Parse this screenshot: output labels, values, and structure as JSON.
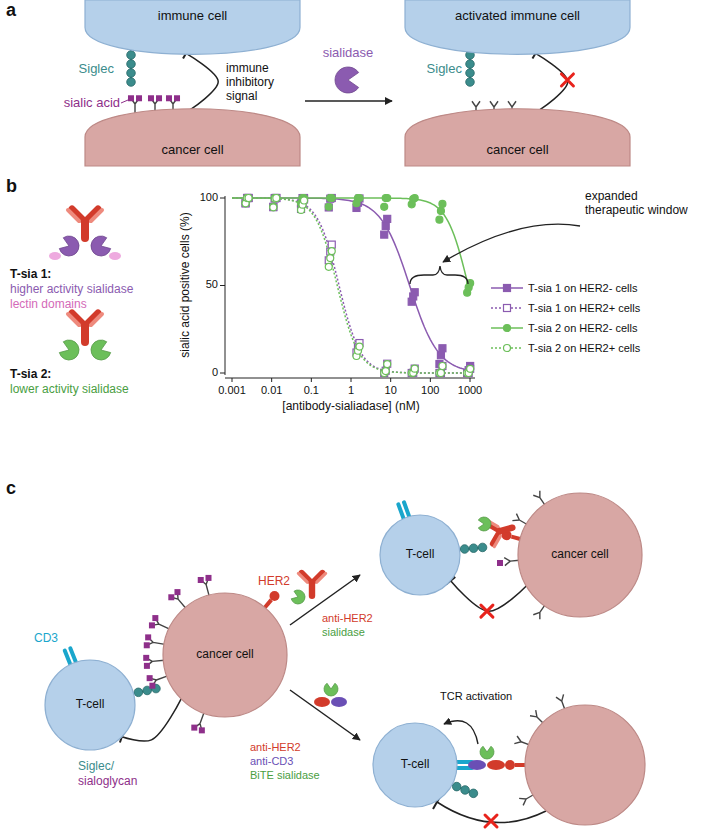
{
  "diagram": {
    "nodes": [
      {
        "text": [
          "immune cell"
        ]
      },
      {
        "text": [
          "cancer cell"
        ]
      },
      {
        "text": [
          "activated immune cell"
        ]
      },
      {
        "text": [
          "cancer cell"
        ]
      },
      {
        "text": [
          "T-cell"
        ]
      },
      {
        "text": [
          "cancer cell"
        ]
      },
      {
        "text": [
          "T-cell"
        ]
      },
      {
        "text": [
          "cancer cell"
        ]
      },
      {
        "text": [
          "T-cell"
        ]
      }
    ],
    "edges": [
      {
        "from": 1,
        "to": 0,
        "arrow": "to",
        "label": "immune inhibitory signal"
      },
      {
        "from": 3,
        "to": 2,
        "arrow": "to"
      },
      {
        "from": 5,
        "to": 4,
        "arrow": "to"
      },
      {
        "from": 7,
        "to": 6,
        "arrow": "to"
      }
    ],
    "labels": [
      "a",
      "Siglec",
      "sialic acid",
      "sialidase",
      "Siglec",
      "b",
      "T-sia 1:",
      "higher activity sialidase",
      "lectin domains",
      "T-sia 2:",
      "lower activity sialidase",
      "100",
      "50",
      "0",
      "sialic acid positive cells (%)",
      "0.001",
      "0.01",
      "0.1",
      "1",
      "10",
      "100",
      "1000",
      "[antibody-sialiadase] (nM)",
      "expanded therapeutic window",
      "c",
      "CD3",
      "HER2",
      "Siglec/",
      "sialoglycan",
      "anti-HER2",
      "sialidase",
      "anti-HER2",
      "anti-CD3",
      "BiTE sialidase",
      "TCR activation"
    ],
    "legend": [
      {
        "text": "T-sia 1 on HER2- cells"
      },
      {
        "text": "T-sia 1 on HER2+ cells"
      },
      {
        "text": "T-sia 2 on HER2- cells"
      },
      {
        "text": "T-sia 2 on HER2+ cells"
      }
    ]
  }
}
